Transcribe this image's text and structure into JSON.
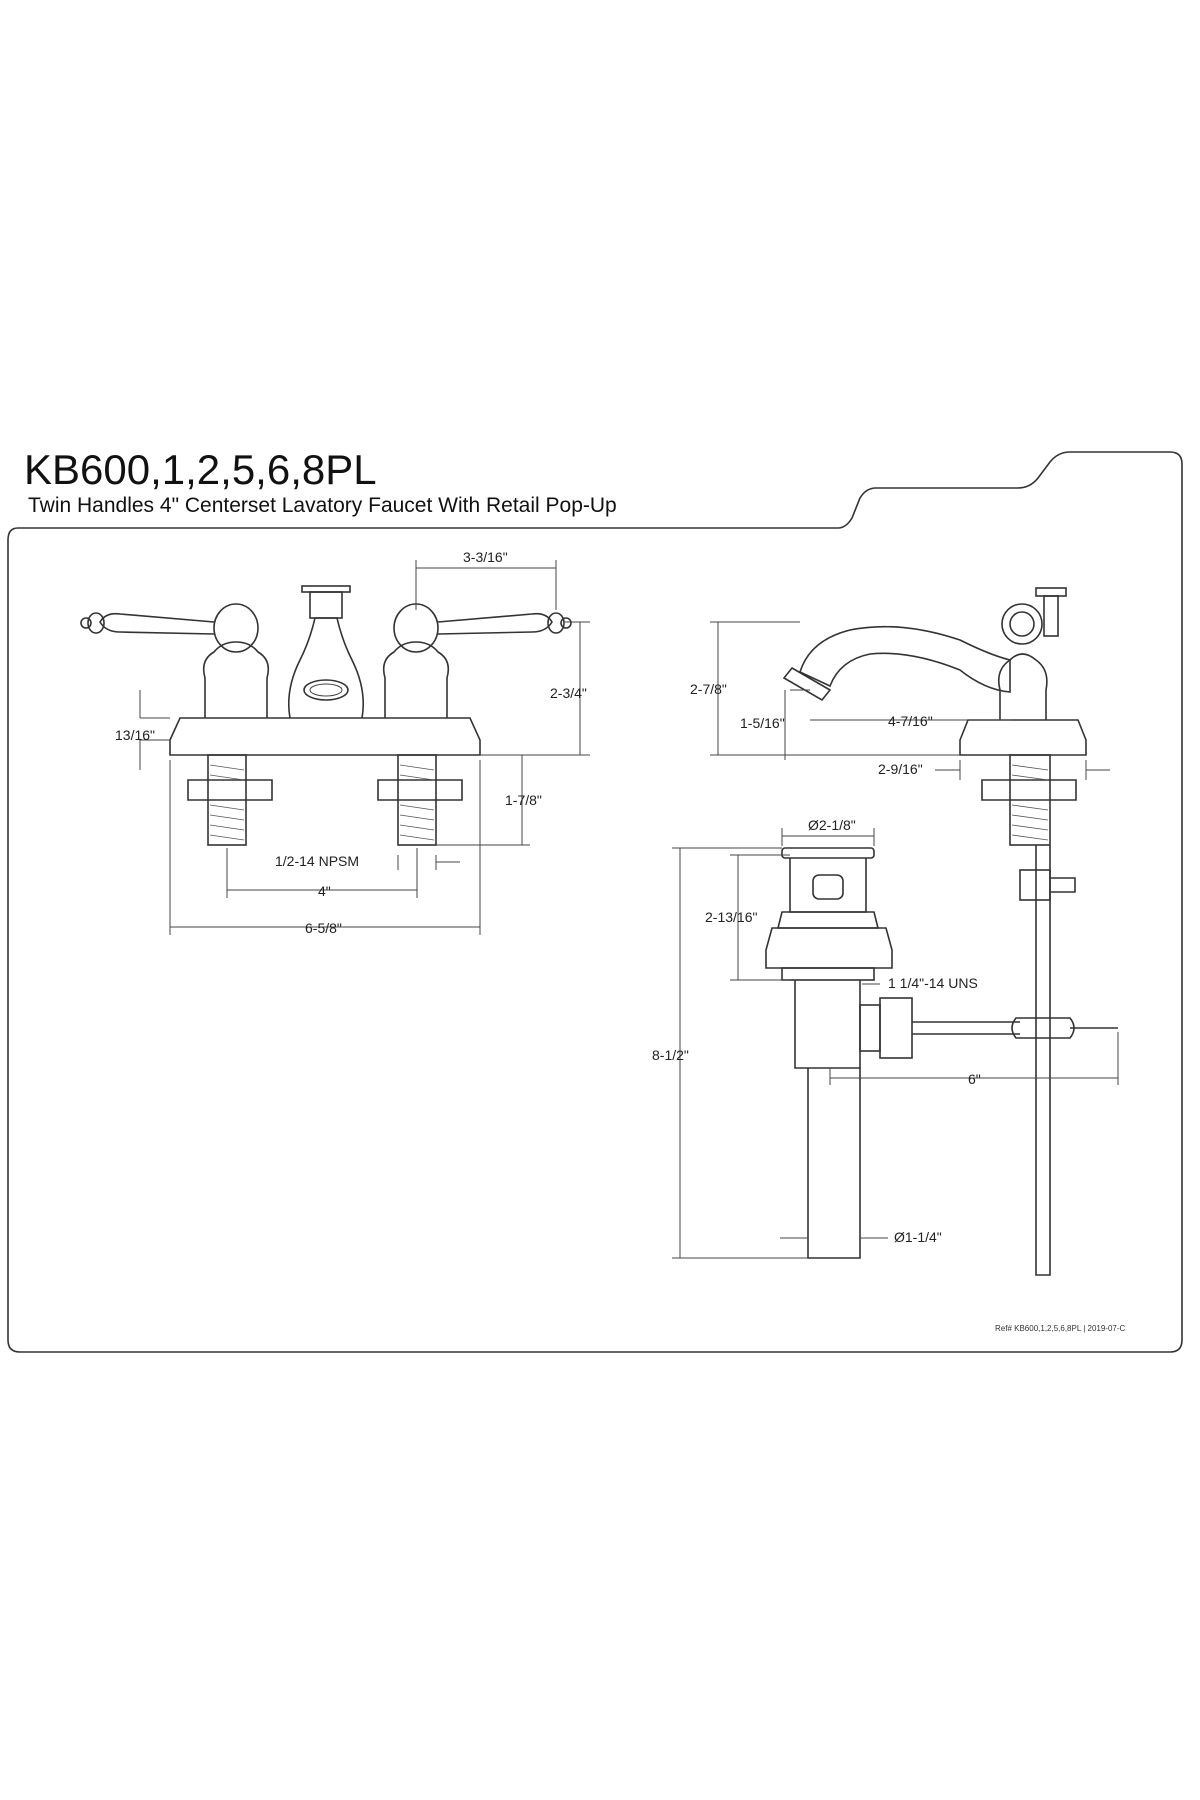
{
  "title": "KB600,1,2,5,6,8PL",
  "subtitle": "Twin Handles 4\" Centerset Lavatory Faucet With Retail Pop-Up",
  "revision": "Ref# KB600,1,2,5,6,8PL | 2019-07-C",
  "dimensions": {
    "front": {
      "handle_reach": "3-3/16\"",
      "height": "2-3/4\"",
      "deck_thickness": "13/16\"",
      "shank_length": "1-7/8\"",
      "thread": "1/2-14 NPSM",
      "center": "4\"",
      "overall_width": "6-5/8\""
    },
    "side": {
      "spout_height": "2-7/8\"",
      "aerator_height": "1-5/16\"",
      "spout_reach": "4-7/16\"",
      "base_depth": "2-9/16\""
    },
    "popup": {
      "flange_dia": "Ø2-1/8\"",
      "flange_height": "2-13/16\"",
      "drain_thread": "1 1/4\"-14 UNS",
      "overall_length": "8-1/2\"",
      "rod_length": "6\"",
      "tailpiece_dia": "Ø1-1/4\""
    }
  }
}
